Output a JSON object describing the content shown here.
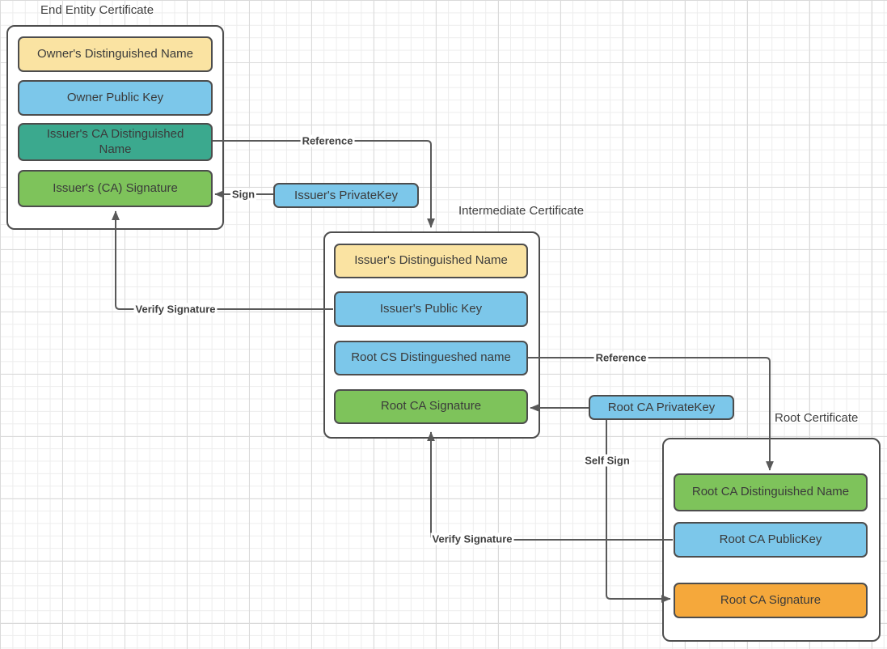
{
  "colors": {
    "yellow": "#FAE3A2",
    "blue": "#7CC7EA",
    "teal": "#3BA98E",
    "green": "#7EC35B",
    "orange": "#F5A83B",
    "box_border": "#4D4D4D",
    "connector_line": "#595959",
    "text": "#3F3F3F"
  },
  "diagram": {
    "certificates": [
      {
        "title": "End Entity Certificate",
        "fields": [
          {
            "label": "Owner's Distinguished Name",
            "color": "#FAE3A2"
          },
          {
            "label": "Owner Public  Key",
            "color": "#7CC7EA"
          },
          {
            "label": "Issuer's CA Distinguished Name",
            "color": "#3BA98E"
          },
          {
            "label": "Issuer's (CA) Signature",
            "color": "#7EC35B"
          }
        ]
      },
      {
        "title": "Intermediate Certificate",
        "fields": [
          {
            "label": "Issuer's Distinguished Name",
            "color": "#FAE3A2"
          },
          {
            "label": "Issuer's Public  Key",
            "color": "#7CC7EA"
          },
          {
            "label": "Root CS Distingueshed name",
            "color": "#7CC7EA"
          },
          {
            "label": "Root CA Signature",
            "color": "#7EC35B"
          }
        ]
      },
      {
        "title": "Root Certificate",
        "fields": [
          {
            "label": "Root CA Distinguished Name",
            "color": "#7EC35B"
          },
          {
            "label": "Root CA PublicKey",
            "color": "#7CC7EA"
          },
          {
            "label": "Root CA Signature",
            "color": "#F5A83B"
          }
        ]
      }
    ],
    "keys": [
      {
        "label": "Issuer's PrivateKey",
        "color": "#7CC7EA"
      },
      {
        "label": "Root CA PrivateKey",
        "color": "#7CC7EA"
      }
    ],
    "connectors": [
      {
        "label": "Reference"
      },
      {
        "label": "Sign"
      },
      {
        "label": "Verify Signature"
      },
      {
        "label": "Reference"
      },
      {
        "label": "Self Sign"
      },
      {
        "label": "Verify Signature"
      }
    ]
  }
}
